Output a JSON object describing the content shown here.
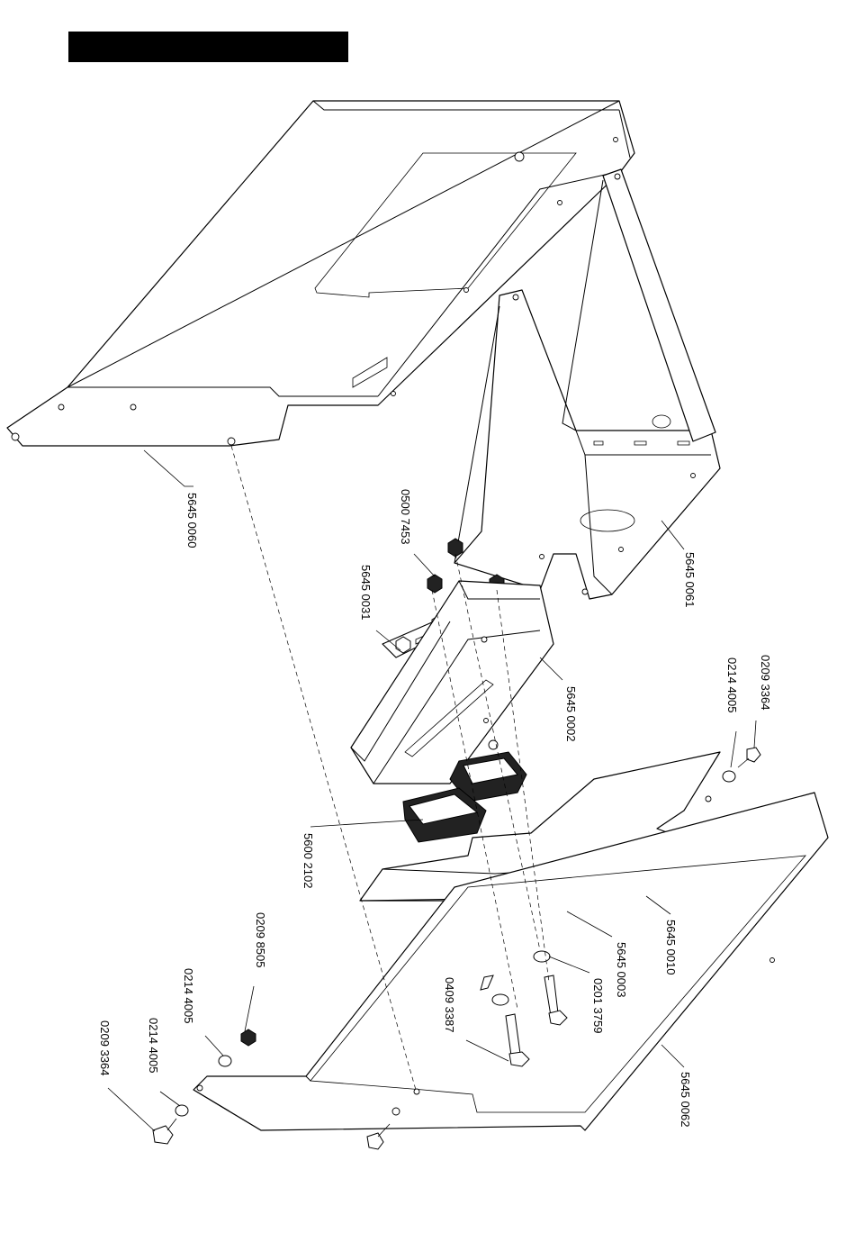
{
  "header": {
    "bar_color": "#000000"
  },
  "labels": {
    "p56450060": "5645 0060",
    "p56450061": "5645 0061",
    "p05007453": "0500 7453",
    "p56450031": "5645 0031",
    "p56450002": "5645 0002",
    "p56002102": "5600 2102",
    "p02144005_right": "0214 4005",
    "p02093364_right": "0209 3364",
    "p56450010": "5645 0010",
    "p56450003": "5645 0003",
    "p02013759": "0201 3759",
    "p04093387": "0409 3387",
    "p02098505": "0209 8505",
    "p02144005_mid": "0214 4005",
    "p02144005_left": "0214 4005",
    "p02093364_left": "0209 3364",
    "p56450062": "5645 0062"
  },
  "colors": {
    "line": "#000000",
    "background": "#ffffff"
  }
}
